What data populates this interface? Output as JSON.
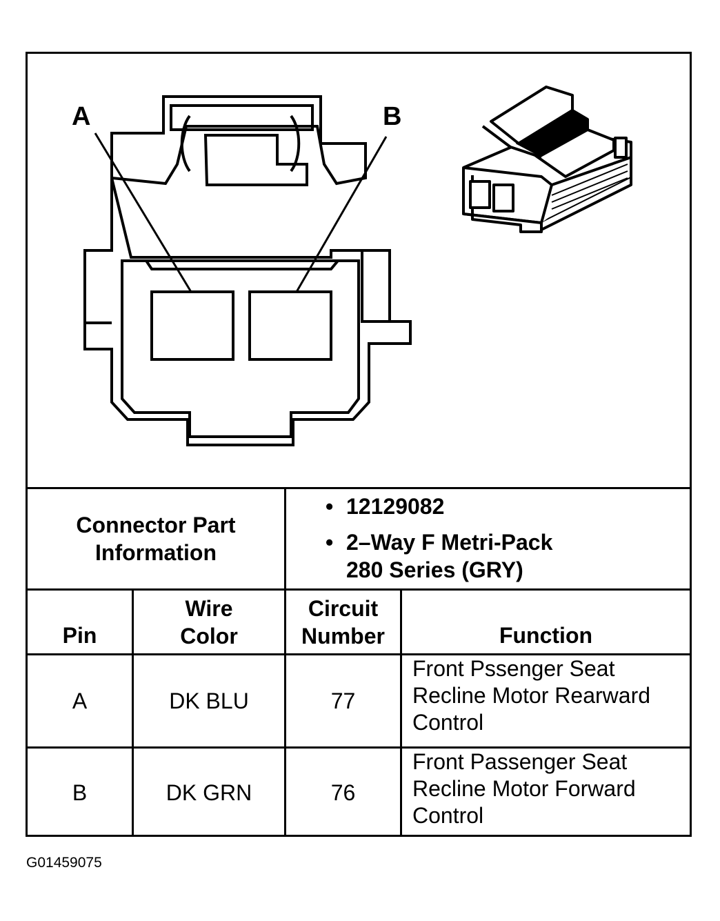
{
  "diagram": {
    "pin_labels": [
      "A",
      "B"
    ]
  },
  "connector_info": {
    "label_line1": "Connector Part",
    "label_line2": "Information",
    "bullets": [
      "12129082",
      "2–Way F Metri-Pack",
      "280 Series (GRY)"
    ]
  },
  "table": {
    "headers": {
      "pin": "Pin",
      "wire_color_line1": "Wire",
      "wire_color_line2": "Color",
      "circuit_line1": "Circuit",
      "circuit_line2": "Number",
      "function": "Function"
    },
    "rows": [
      {
        "pin": "A",
        "wire_color": "DK BLU",
        "circuit": "77",
        "function_lines": [
          "Front Pssenger Seat",
          "Recline Motor Rearward",
          "Control"
        ]
      },
      {
        "pin": "B",
        "wire_color": "DK GRN",
        "circuit": "76",
        "function_lines": [
          "Front Passenger Seat",
          "Recline Motor Forward",
          "Control"
        ]
      }
    ]
  },
  "figure_code": "G01459075"
}
